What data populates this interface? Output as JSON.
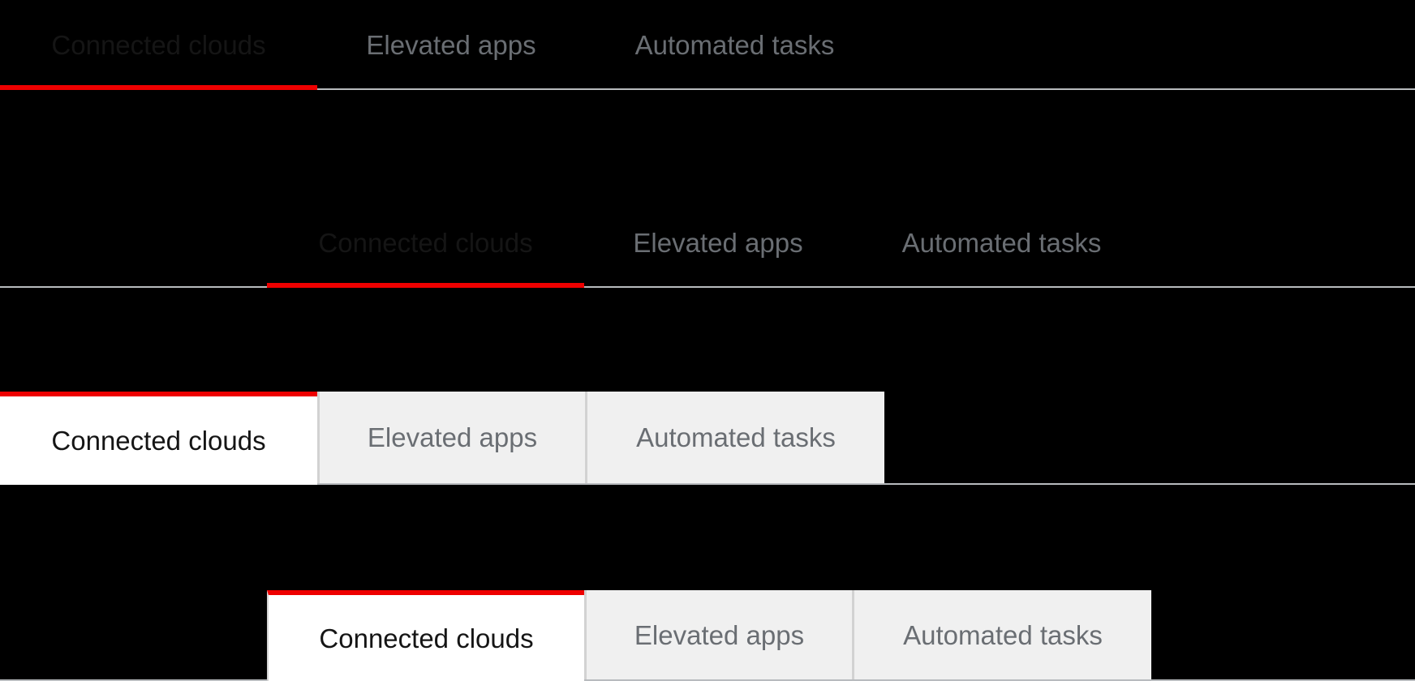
{
  "colors": {
    "background": "#000000",
    "accent_red": "#ee0000",
    "rule_gray": "#b8bbbe",
    "divider_gray": "#d2d2d2",
    "inactive_tab_bg": "#f0f0f0",
    "active_tab_bg": "#ffffff",
    "active_text": "#151515",
    "inactive_text": "#6a6e73"
  },
  "tab_groups": [
    {
      "variant": "inline-underline",
      "indented": false,
      "active_tab": "Connected clouds",
      "tabs": [
        {
          "label": "Connected clouds",
          "active": true
        },
        {
          "label": "Elevated apps",
          "active": false
        },
        {
          "label": "Automated tasks",
          "active": false
        }
      ]
    },
    {
      "variant": "inline-underline",
      "indented": true,
      "active_tab": "Connected clouds",
      "tabs": [
        {
          "label": "Connected clouds",
          "active": true
        },
        {
          "label": "Elevated apps",
          "active": false
        },
        {
          "label": "Automated tasks",
          "active": false
        }
      ]
    },
    {
      "variant": "box",
      "indented": false,
      "active_tab": "Connected clouds",
      "tabs": [
        {
          "label": "Connected clouds",
          "active": true
        },
        {
          "label": "Elevated apps",
          "active": false
        },
        {
          "label": "Automated tasks",
          "active": false
        }
      ]
    },
    {
      "variant": "box",
      "indented": true,
      "active_tab": "Connected clouds",
      "tabs": [
        {
          "label": "Connected clouds",
          "active": true
        },
        {
          "label": "Elevated apps",
          "active": false
        },
        {
          "label": "Automated tasks",
          "active": false
        }
      ]
    }
  ]
}
